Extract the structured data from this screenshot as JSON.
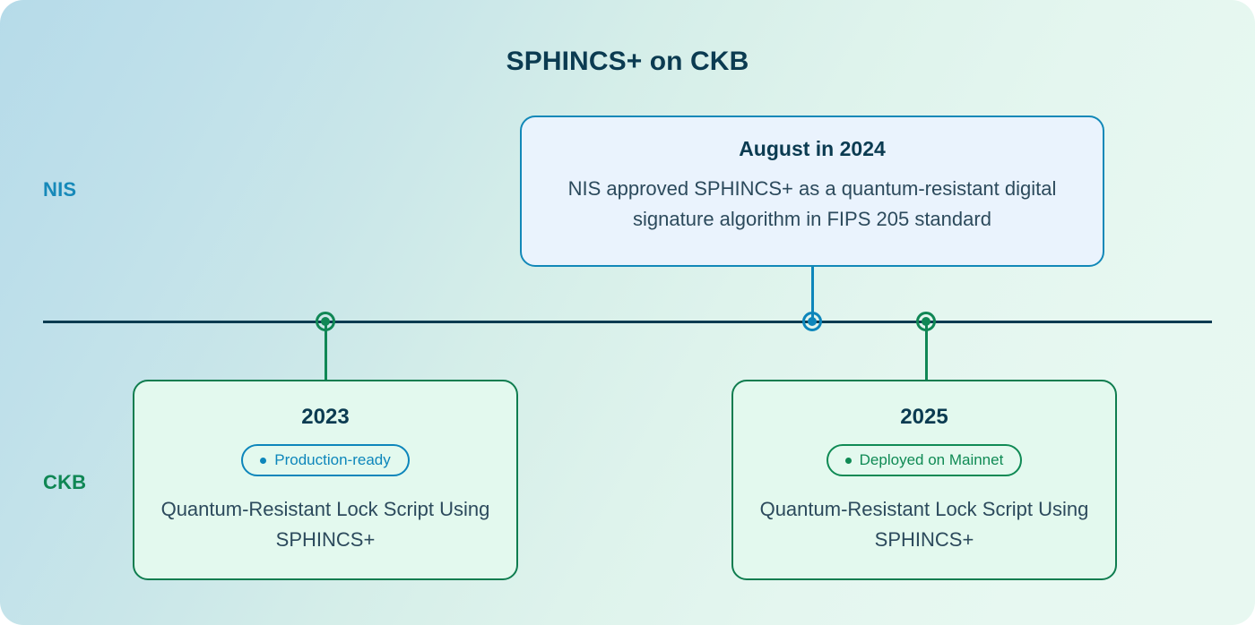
{
  "diagram": {
    "title": "SPHINCS+ on CKB",
    "colors": {
      "title": "#0b3b51",
      "nis_accent": "#1689b9",
      "ckb_accent": "#108755",
      "axis": "#0b3b51",
      "blue_card_fill": "#eaf3fd",
      "blue_card_border": "#1288b8",
      "green_card_fill": "#e3f9ee",
      "green_card_border": "#0f7d4f",
      "background_from": "#b6dbe9",
      "background_to": "#e8f8f1"
    },
    "lanes": [
      {
        "key": "nis",
        "label": "NIS"
      },
      {
        "key": "ckb",
        "label": "CKB"
      }
    ],
    "axis": {
      "markers": [
        "2023",
        "August in 2024",
        "2025"
      ]
    },
    "events": {
      "nis_2024": {
        "heading": "August in 2024",
        "body": "NIS approved SPHINCS+ as a quantum-resistant digital signature algorithm in FIPS 205 standard"
      },
      "ckb_2023": {
        "year": "2023",
        "badge": "Production-ready",
        "badge_dot": "bullet-dot-icon",
        "description": "Quantum-Resistant Lock Script Using SPHINCS+"
      },
      "ckb_2025": {
        "year": "2025",
        "badge": "Deployed on Mainnet",
        "badge_dot": "bullet-dot-icon",
        "description": "Quantum-Resistant Lock Script Using SPHINCS+"
      }
    }
  }
}
